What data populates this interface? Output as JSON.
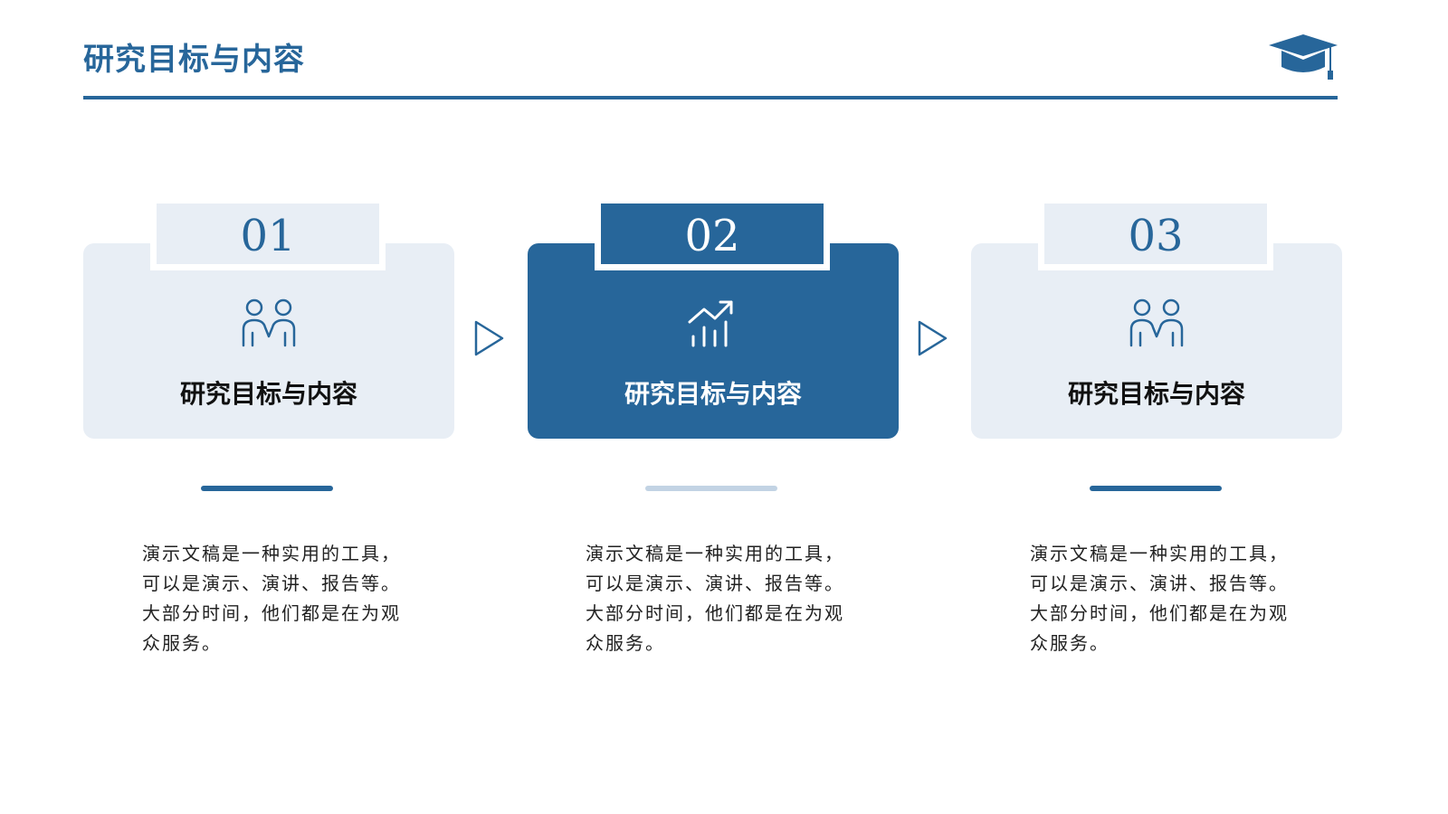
{
  "header": {
    "title": "研究目标与内容",
    "icon": "graduation-cap-icon"
  },
  "colors": {
    "primary": "#27669a",
    "card_light": "#e8eef5",
    "bar_light": "#c2d3e4",
    "text_dark": "#111111"
  },
  "steps": [
    {
      "number": "01",
      "label": "研究目标与内容",
      "icon": "people-icon",
      "active": false,
      "desc_p1": "演示文稿是一种实用的工具，可以是演示、演讲、报告等。",
      "desc_p2": "大部分时间，他们都是在为观众服务。"
    },
    {
      "number": "02",
      "label": "研究目标与内容",
      "icon": "growth-chart-icon",
      "active": true,
      "desc_p1": "演示文稿是一种实用的工具，可以是演示、演讲、报告等。",
      "desc_p2": "大部分时间，他们都是在为观众服务。"
    },
    {
      "number": "03",
      "label": "研究目标与内容",
      "icon": "people-icon",
      "active": false,
      "desc_p1": "演示文稿是一种实用的工具，可以是演示、演讲、报告等。",
      "desc_p2": "大部分时间，他们都是在为观众服务。"
    }
  ],
  "connectors": [
    "triangle-right-icon",
    "triangle-right-icon"
  ]
}
